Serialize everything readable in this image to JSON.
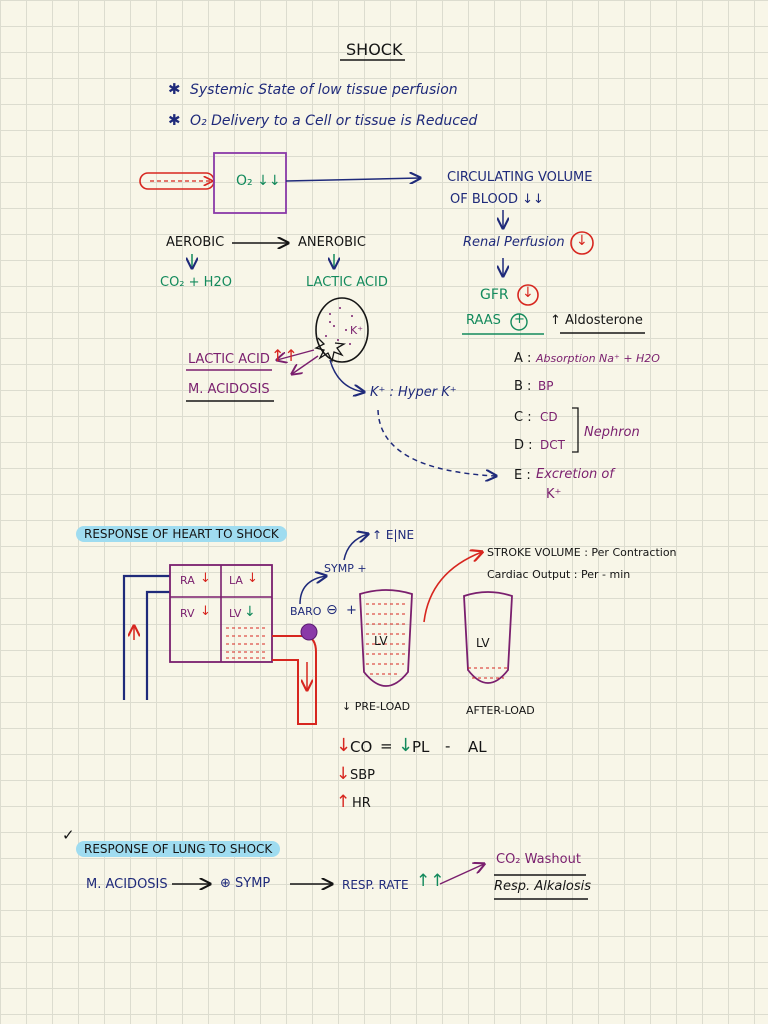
{
  "title": "SHOCK",
  "bullets": [
    "Systemic State of low tissue perfusion",
    "O₂ Delivery to a Cell or tissue is Reduced"
  ],
  "bullet_symbol": "✱",
  "o2_box": "O₂ ↓↓",
  "circulating": {
    "line1": "CIRCULATING VOLUME",
    "line2": "OF BLOOD ↓↓"
  },
  "renal": "Renal Perfusion",
  "renal_arrow": "↓",
  "gfr": "GFR",
  "gfr_arrow": "↓",
  "raas": "RAAS",
  "raas_sign": "+",
  "aldosterone": "↑ Aldosterone",
  "aerobic": "AEROBIC",
  "anerobic": "ANEROBIC",
  "co2_h2o": "CO₂ + H2O",
  "lactic_acid": "LACTIC ACID",
  "lactic_acid_up": "LACTIC ACID",
  "up_arrows_red": "↑↑",
  "m_acidosis": "M. ACIDOSIS",
  "cell_k": "K⁺",
  "hyperk": "K⁺ : Hyper K⁺",
  "nephron_label": "Nephron",
  "nephron_items": [
    {
      "letter": "A :",
      "text": "Absorption Na⁺ + H2O"
    },
    {
      "letter": "B :",
      "text": "BP"
    },
    {
      "letter": "C :",
      "text": "CD"
    },
    {
      "letter": "D :",
      "text": "DCT"
    },
    {
      "letter": "E :",
      "text": "Excretion of"
    }
  ],
  "e_k": "K⁺",
  "heart_header": "RESPONSE OF HEART TO SHOCK",
  "chambers": {
    "ra": "RA",
    "la": "LA",
    "rv": "RV",
    "lv": "LV"
  },
  "down": "↓",
  "up": "↑",
  "e_ne": "↑ E|NE",
  "symp_plus": "SYMP +",
  "baro": "BARO",
  "baro_sign": "⊖",
  "baro_plus": "+",
  "stroke_volume": "STROKE VOLUME : Per Contraction",
  "cardiac_output": "Cardiac Output : Per - min",
  "lv_label": "LV",
  "preload": "↓ PRE-LOAD",
  "afterload": "AFTER-LOAD",
  "eq": {
    "co": "CO",
    "equals": "=",
    "pl": "PL",
    "minus": "-",
    "al": "AL"
  },
  "sbp": "SBP",
  "hr": "HR",
  "check": "✓",
  "lung_header": "RESPONSE OF LUNG TO SHOCK",
  "lung_flow": {
    "acidosis": "M. ACIDOSIS",
    "symp": "⊕ SYMP",
    "resp_rate": "RESP. RATE",
    "up2": "↑↑",
    "co2_washout": "CO₂ Washout",
    "alkalosis": "Resp. Alkalosis"
  },
  "colors": {
    "navy": "#1f2a7a",
    "green": "#138a5c",
    "purple": "#7a1f6e",
    "red": "#d7261f",
    "highlight": "#9fdcf0"
  }
}
